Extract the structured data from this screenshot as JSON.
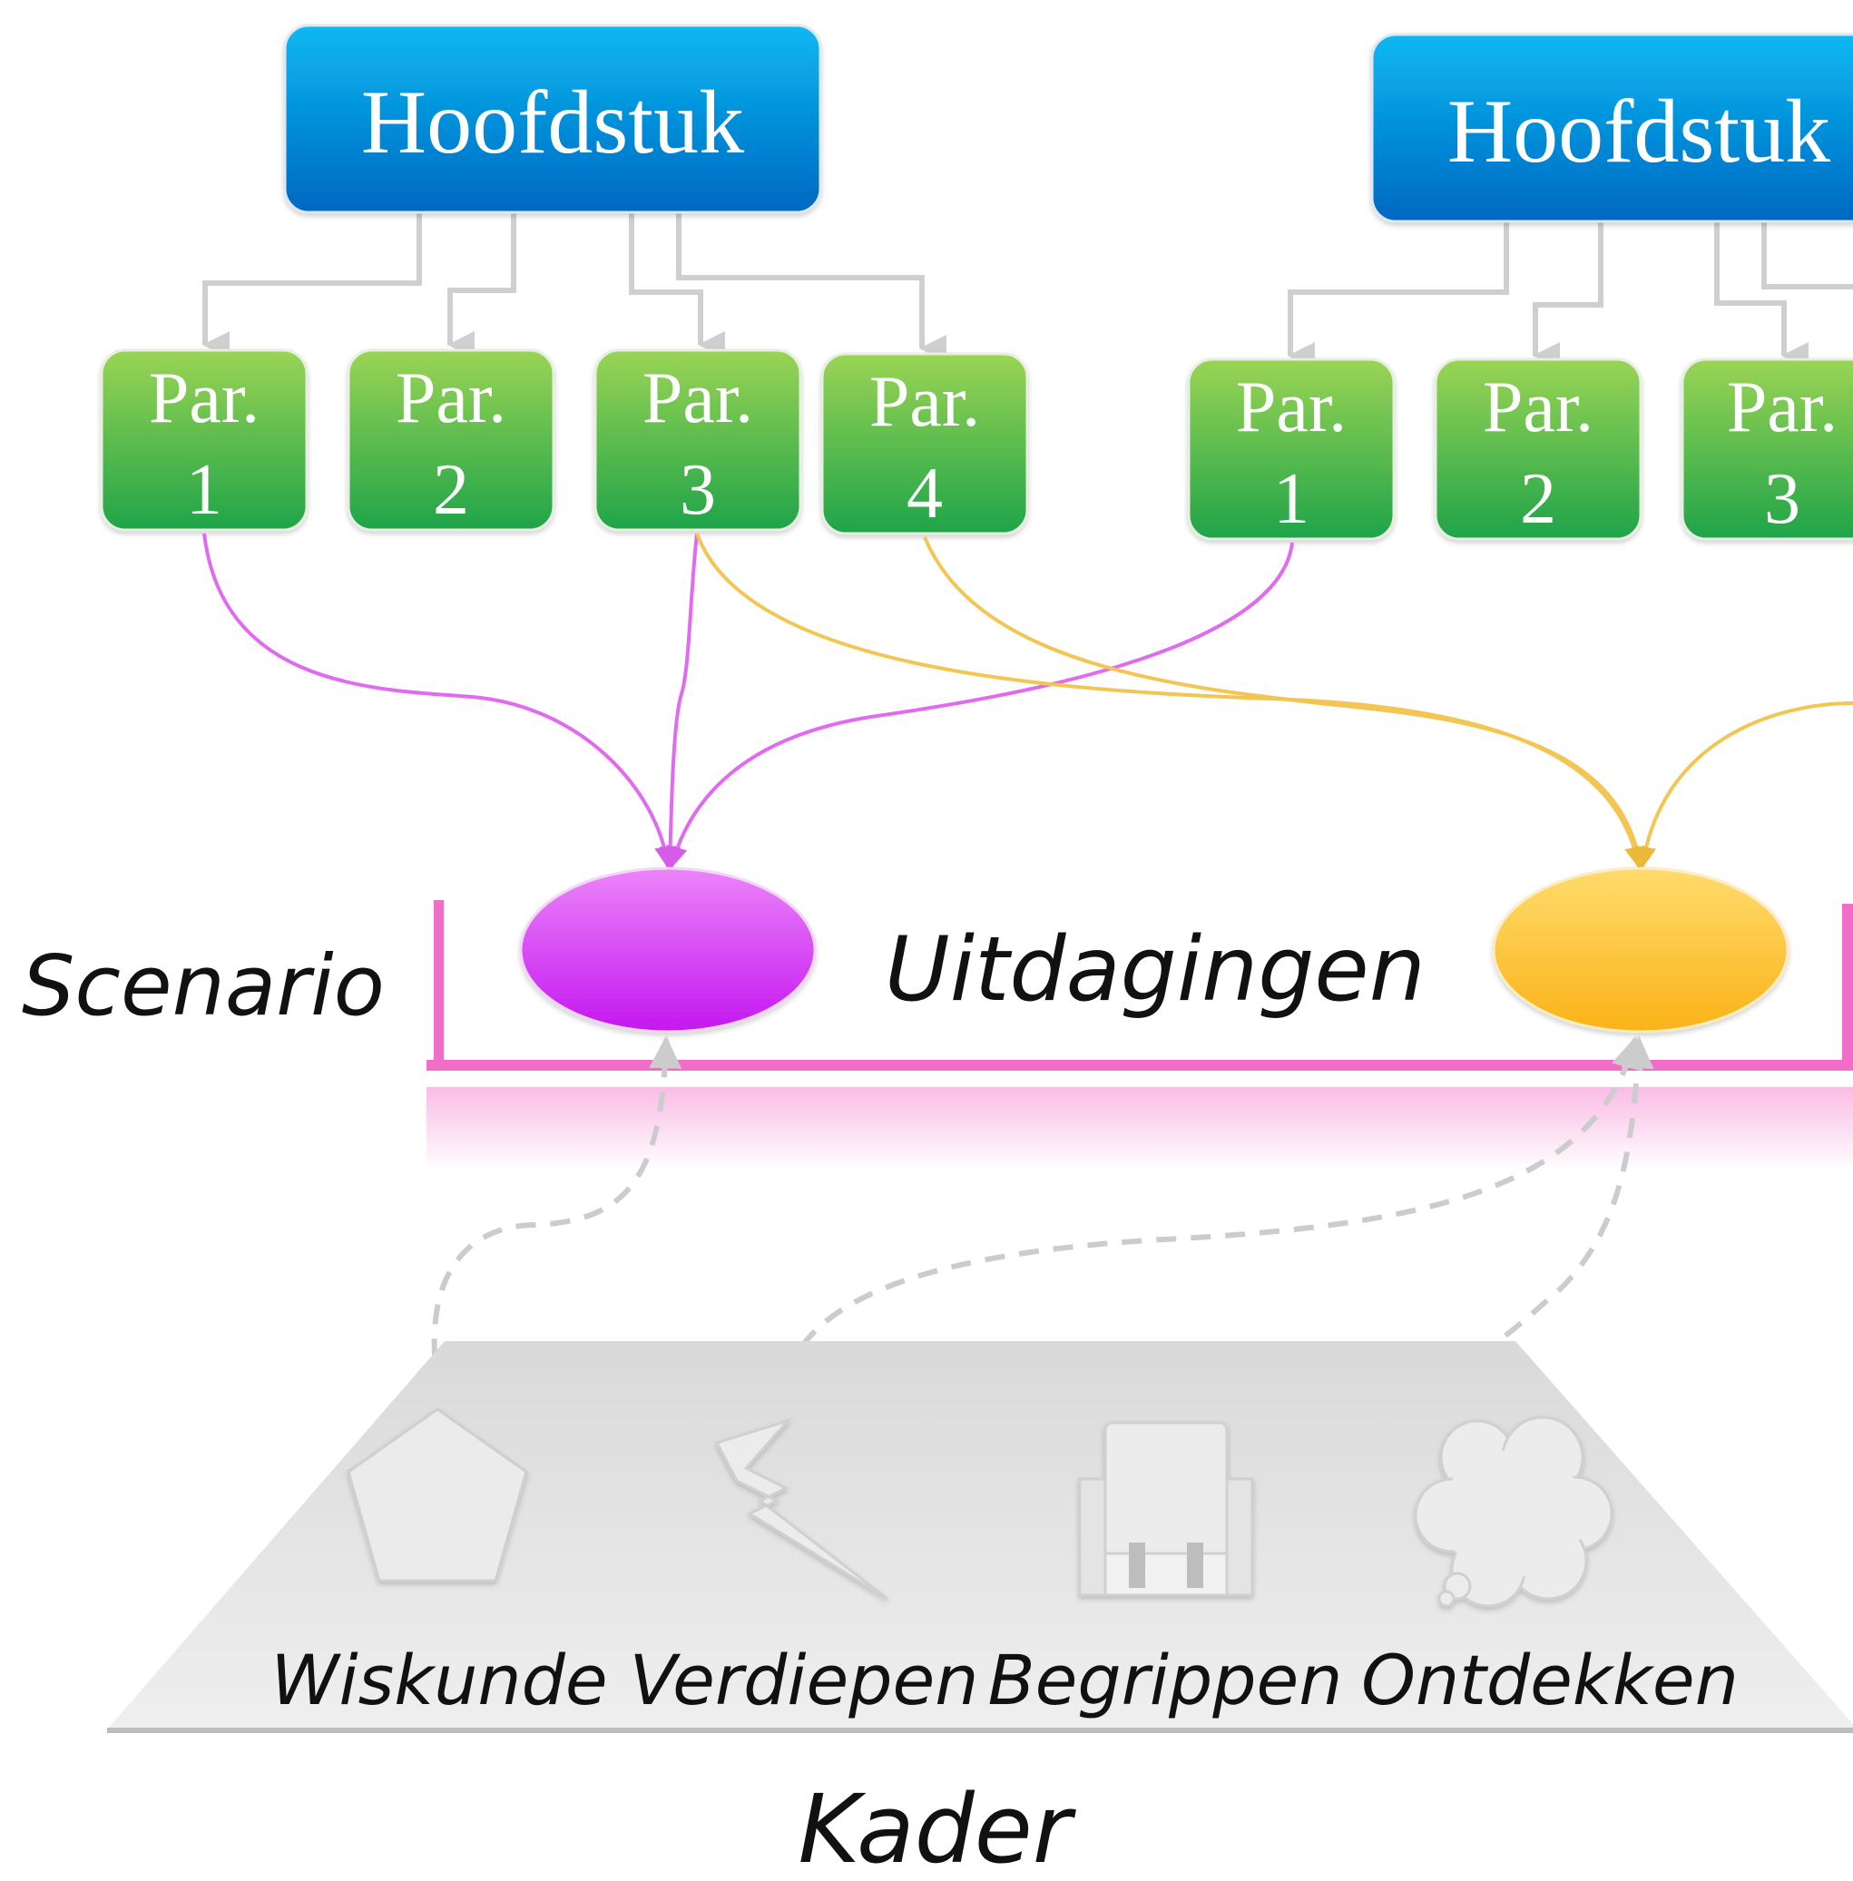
{
  "chapters": [
    {
      "title": "Hoofdstuk",
      "paragraphs": [
        {
          "label": "Par.",
          "num": "1"
        },
        {
          "label": "Par.",
          "num": "2"
        },
        {
          "label": "Par.",
          "num": "3"
        },
        {
          "label": "Par.",
          "num": "4"
        }
      ]
    },
    {
      "title": "Hoofdstuk",
      "paragraphs": [
        {
          "label": "Par.",
          "num": "1"
        },
        {
          "label": "Par.",
          "num": "2"
        },
        {
          "label": "Par.",
          "num": "3"
        }
      ]
    }
  ],
  "scenario": {
    "label": "Scenario",
    "center_label": "Uitdagingen"
  },
  "challenges": [
    {
      "color": "#c61cf0",
      "light": "#eb7cf8"
    },
    {
      "color": "#fbb520",
      "light": "#fed564"
    }
  ],
  "kader": {
    "label": "Kader",
    "items": [
      {
        "label": "Wiskunde",
        "icon": "pentagon-icon"
      },
      {
        "label": "Verdiepen",
        "icon": "lightning-icon"
      },
      {
        "label": "Begrippen",
        "icon": "chair-icon"
      },
      {
        "label": "Ontdekken",
        "icon": "thought-cloud-icon"
      }
    ]
  },
  "colors": {
    "chapter_top": "#0ab4f0",
    "chapter_bottom": "#0070c8",
    "par_top": "#92d050",
    "par_bottom": "#22a84a",
    "scenario_bar": "#f06ec8",
    "link_purple": "#e06af0",
    "link_yellow": "#f6c855",
    "connector_gray": "#cfcfcf",
    "platform": "#e3e3e3"
  }
}
